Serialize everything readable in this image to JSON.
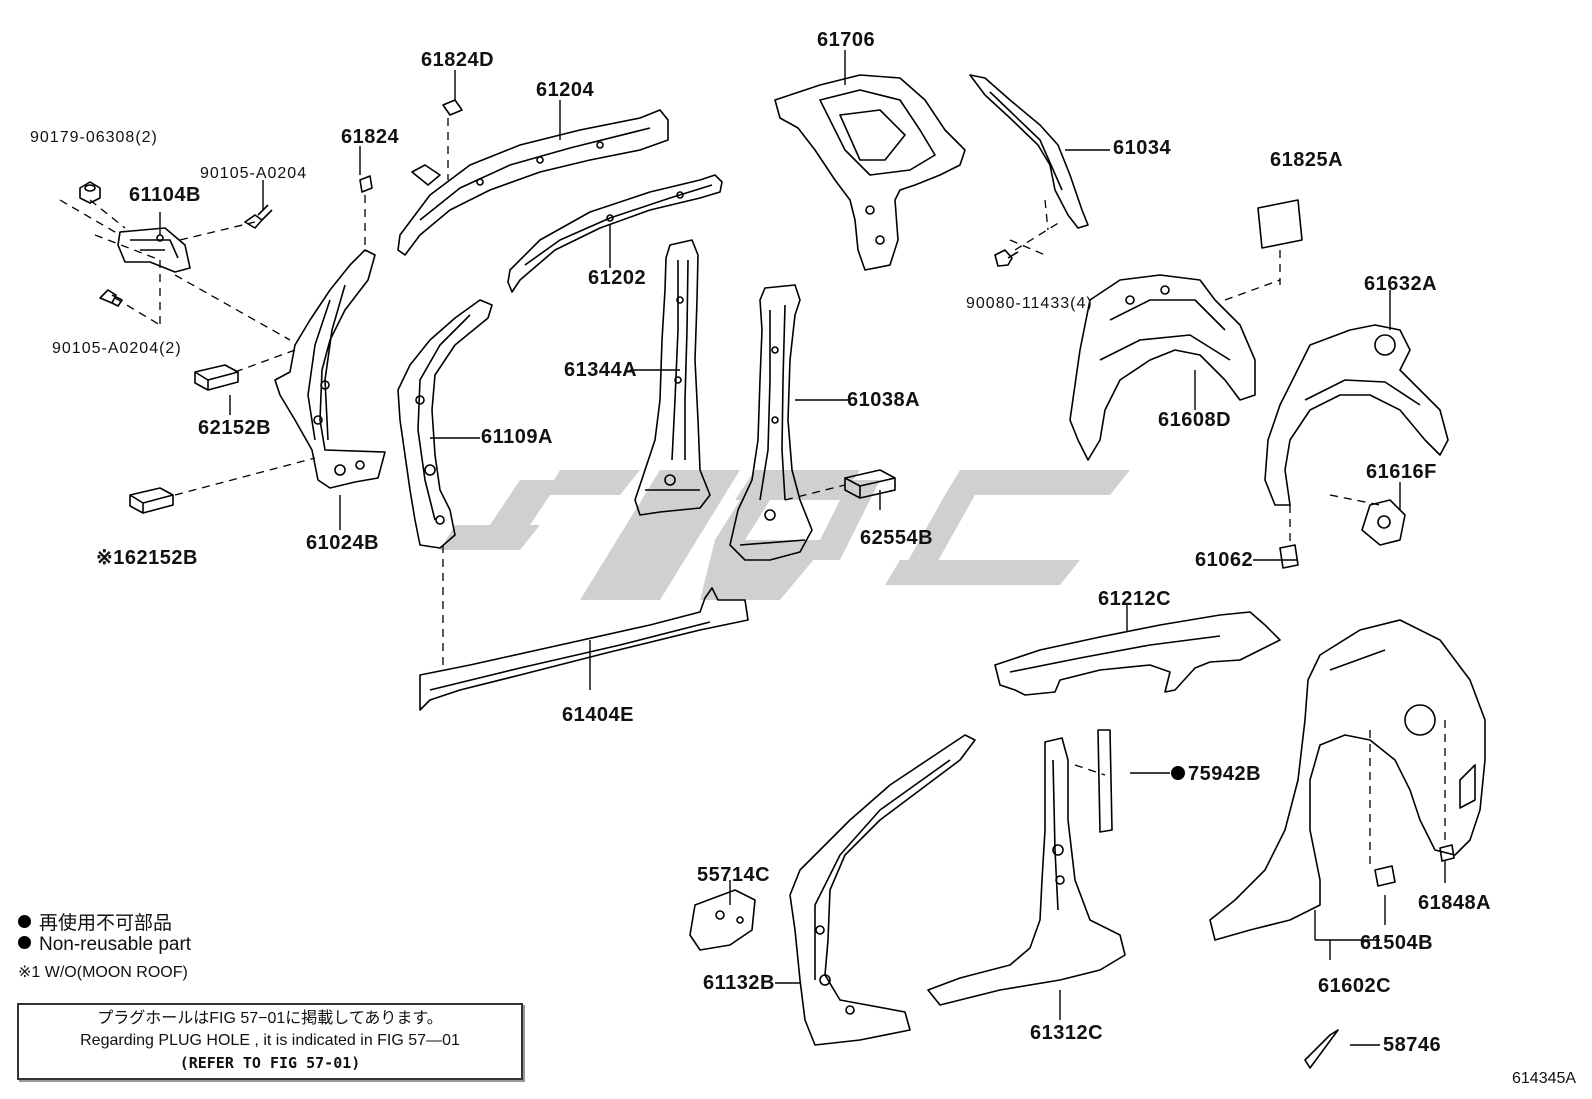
{
  "labels": {
    "p90179": "90179-06308(2)",
    "p61104B": "61104B",
    "p90105a": "90105-A0204",
    "p90105b": "90105-A0204(2)",
    "p62152B": "62152B",
    "p162152B": "※162152B",
    "p61024B": "61024B",
    "p61824": "61824",
    "p61824D": "61824D",
    "p61204": "61204",
    "p61202": "61202",
    "p61109A": "61109A",
    "p61344A": "61344A",
    "p61038A": "61038A",
    "p62554B": "62554B",
    "p61404E": "61404E",
    "p61706": "61706",
    "p61034": "61034",
    "p90080": "90080-11433(4)",
    "p61825A": "61825A",
    "p61608D": "61608D",
    "p61632A": "61632A",
    "p61616F": "61616F",
    "p61062": "61062",
    "p61212C": "61212C",
    "p75942B": "75942B",
    "p55714C": "55714C",
    "p61132B": "61132B",
    "p61312C": "61312C",
    "p61848A": "61848A",
    "p61504B": "61504B",
    "p61602C": "61602C",
    "p58746": "58746"
  },
  "legend": {
    "jp": "再使用不可部品",
    "en": "Non-reusable part",
    "moonroof": "※1 W/O(MOON ROOF)"
  },
  "note": {
    "jp": "プラグホールはFIG 57−01に掲載してあります。",
    "en": "Regarding  PLUG  HOLE , it is indicated in FIG  57—01",
    "ref": "(REFER TO FIG 57-01)"
  },
  "figure_id": "614345A"
}
